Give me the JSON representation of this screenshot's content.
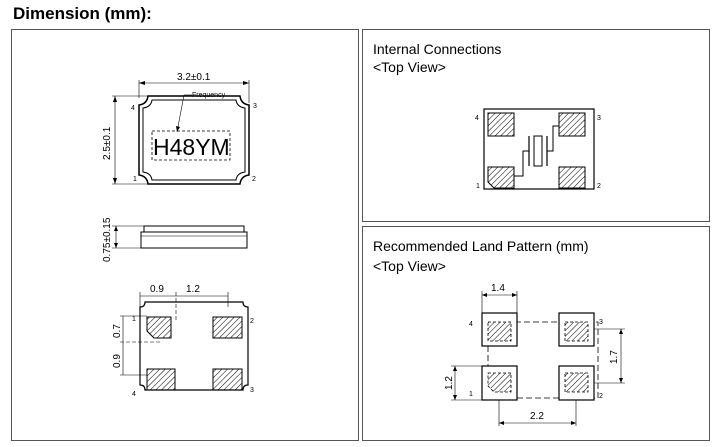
{
  "page": {
    "title": "Dimension (mm):"
  },
  "left": {
    "top_view": {
      "width_label": "3.2±0.1",
      "height_label": "2.5±0.1",
      "marking": "H48YM",
      "frequency_label": "Frequency",
      "pins": [
        "1",
        "2",
        "3",
        "4"
      ]
    },
    "side_view": {
      "height_label": "0.75±0.15"
    },
    "bottom_view": {
      "dim_a": "0.9",
      "dim_b": "1.2",
      "dim_c": "0.7",
      "dim_d": "0.9",
      "pins": [
        "1",
        "2",
        "3",
        "4"
      ]
    }
  },
  "internal": {
    "title": "Internal Connections",
    "subtitle": "<Top View>",
    "pins": [
      "1",
      "2",
      "3",
      "4"
    ]
  },
  "land": {
    "title": "Recommended Land Pattern (mm)",
    "subtitle": "<Top View>",
    "dim_top": "1.4",
    "dim_right": "1.7",
    "dim_left": "1.2",
    "dim_bottom": "2.2",
    "pins": [
      "1",
      "2",
      "3",
      "4"
    ]
  }
}
